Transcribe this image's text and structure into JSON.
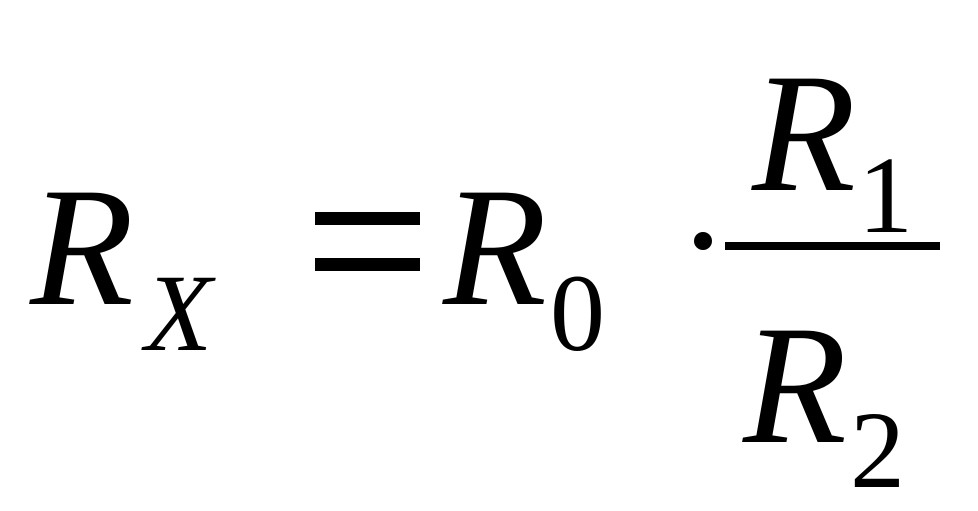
{
  "formula": {
    "lhs": {
      "symbol": "R",
      "subscript": "X"
    },
    "operator_equals": "=",
    "r0": {
      "symbol": "R",
      "subscript": "0"
    },
    "operator_multiply": "·",
    "numerator": {
      "symbol": "R",
      "subscript": "1"
    },
    "denominator": {
      "symbol": "R",
      "subscript": "2"
    }
  }
}
